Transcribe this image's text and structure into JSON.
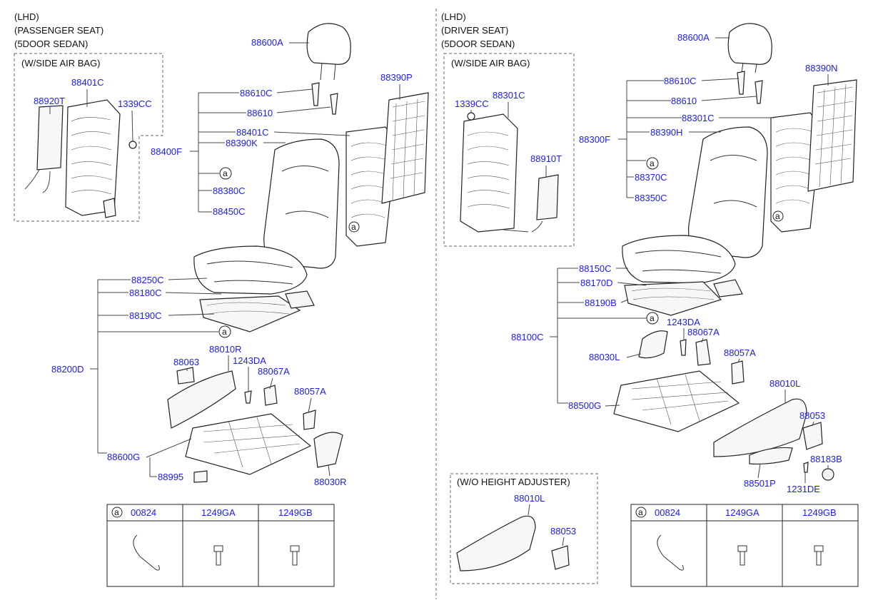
{
  "left": {
    "header": [
      "(LHD)",
      "(PASSENGER SEAT)",
      "(5DOOR SEDAN)"
    ],
    "airbag_box_title": "(W/SIDE AIR BAG)",
    "parts": [
      "88600A",
      "88610C",
      "88610",
      "88401C",
      "88390K",
      "88400F",
      "88380C",
      "88450C",
      "88390P",
      "88401C",
      "88920T",
      "1339CC",
      "88250C",
      "88180C",
      "88190C",
      "88200D",
      "88063",
      "88010R",
      "1243DA",
      "88067A",
      "88057A",
      "88600G",
      "88995",
      "88030R"
    ],
    "callout": "a",
    "table": {
      "headers": [
        "00824",
        "1249GA",
        "1249GB"
      ],
      "callout": "a"
    }
  },
  "right": {
    "header": [
      "(LHD)",
      "(DRIVER SEAT)",
      "(5DOOR SEDAN)"
    ],
    "airbag_box_title": "(W/SIDE AIR BAG)",
    "height_box_title": "(W/O HEIGHT ADJUSTER)",
    "parts": [
      "88600A",
      "88610C",
      "88610",
      "88301C",
      "88390H",
      "88300F",
      "88370C",
      "88350C",
      "88390N",
      "88301C",
      "1339CC",
      "88910T",
      "88150C",
      "88170D",
      "88190B",
      "88100C",
      "1243DA",
      "88067A",
      "88030L",
      "88057A",
      "88010L",
      "88500G",
      "88053",
      "88183B",
      "88501P",
      "1231DE",
      "88010L",
      "88053"
    ],
    "callout": "a",
    "table": {
      "headers": [
        "00824",
        "1249GA",
        "1249GB"
      ],
      "callout": "a"
    }
  }
}
